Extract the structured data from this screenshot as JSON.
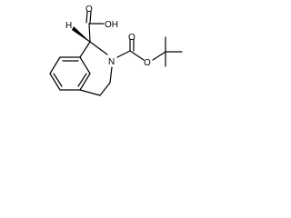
{
  "molecule": {
    "labels": {
      "hydroxyl": "OH",
      "carbonyl_oxygen_acid": "O",
      "nitrogen": "N",
      "carbonyl_oxygen_boc": "O",
      "ester_oxygen": "O",
      "chiral_hydrogen": "H"
    },
    "colors": {
      "bond": "#000000",
      "background": "#ffffff"
    }
  }
}
